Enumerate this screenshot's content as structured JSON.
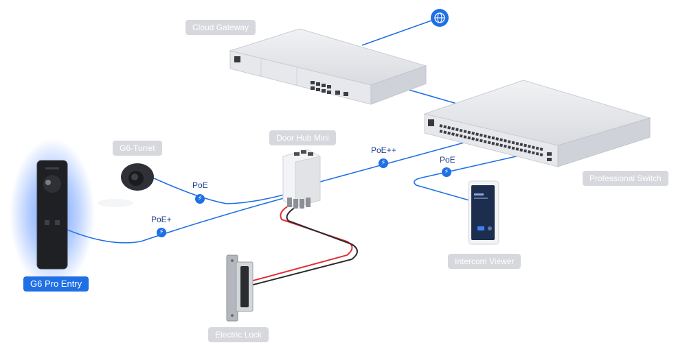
{
  "colors": {
    "cable": "#1f6fe5",
    "label_bg": "#d6d8dd",
    "label_active_bg": "#1f6fe5",
    "wire_red": "#e0303a",
    "wire_black": "#2a2a2a"
  },
  "internet": {
    "icon": "globe-icon"
  },
  "devices": {
    "cloud_gateway": "Cloud Gateway",
    "professional_switch": "Professional Switch",
    "door_hub_mini": "Door Hub Mini",
    "g6_turret": "G6-Turret",
    "g6_pro_entry": "G6 Pro Entry",
    "intercom_viewer": "Intercom Viewer",
    "electric_lock": "Electric Lock"
  },
  "links": {
    "switch_to_hub": "PoE++",
    "switch_to_viewer": "PoE",
    "hub_to_turret": "PoE",
    "hub_to_entry": "PoE+"
  }
}
